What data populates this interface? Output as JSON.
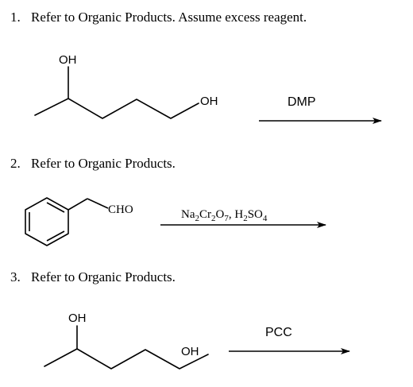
{
  "questions": [
    {
      "number": "1.",
      "text": "Refer to Organic Products. Assume excess reagent.",
      "molecule_labels": [
        "OH",
        "OH"
      ],
      "reagent": "DMP"
    },
    {
      "number": "2.",
      "text": "Refer to Organic Products.",
      "molecule_label": "CHO",
      "reagent": {
        "a": "Na",
        "a_sub": "2",
        "b": "Cr",
        "b_sub": "2",
        "c": "O",
        "c_sub": "7",
        "sep": ", ",
        "d": "H",
        "d_sub": "2",
        "e": "SO",
        "e_sub": "4"
      }
    },
    {
      "number": "3.",
      "text": "Refer to Organic Products.",
      "molecule_labels": [
        "OH",
        "OH"
      ],
      "reagent": "PCC"
    }
  ]
}
